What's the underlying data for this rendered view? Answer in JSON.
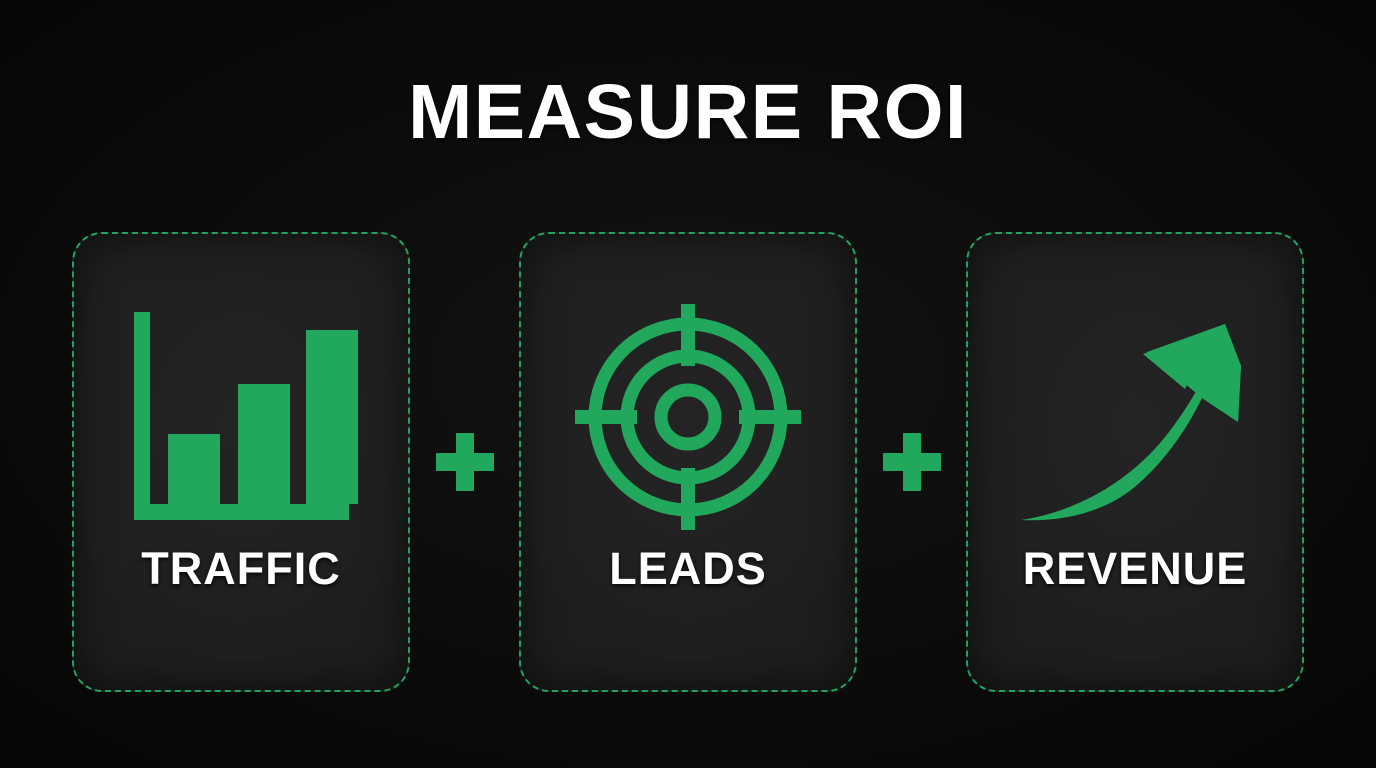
{
  "page": {
    "title": "MEASURE ROI",
    "background_color": "#0a0a0a",
    "accent_color": "#22a85c",
    "card_fill_color": "#212121",
    "border_color": "#21a35d",
    "text_color": "#ffffff"
  },
  "separators": [
    {
      "symbol": "+",
      "name": "plus-separator-1"
    },
    {
      "symbol": "+",
      "name": "plus-separator-2"
    }
  ],
  "cards": [
    {
      "label": "TRAFFIC",
      "icon": "bar-chart-icon",
      "icon_description": "Bar chart with three ascending bars on an L-shaped axis",
      "bars": [
        {
          "name": "bar-1",
          "relative_height": 38
        },
        {
          "name": "bar-2",
          "relative_height": 65
        },
        {
          "name": "bar-3",
          "relative_height": 93
        }
      ]
    },
    {
      "label": "LEADS",
      "icon": "target-crosshair-icon",
      "icon_description": "Crosshair target with three concentric rings and four tick marks"
    },
    {
      "label": "REVENUE",
      "icon": "growth-arrow-icon",
      "icon_description": "Curved upward growth arrow pointing to the top right"
    }
  ]
}
